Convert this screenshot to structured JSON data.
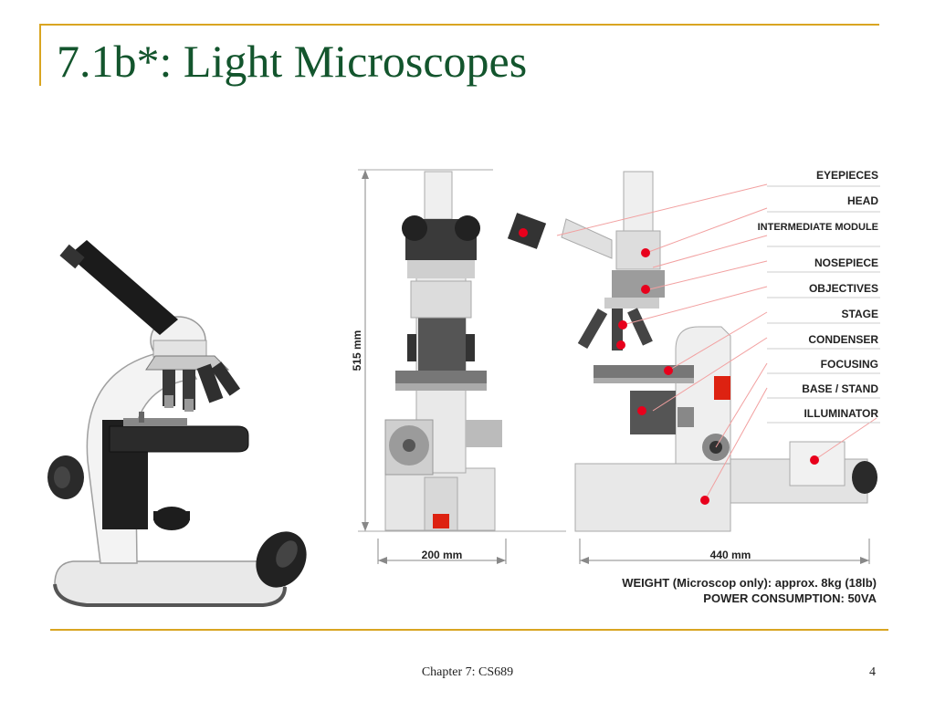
{
  "slide": {
    "title": "7.1b*: Light Microscopes",
    "footer": "Chapter 7: CS689",
    "page_number": "4"
  },
  "diagram": {
    "labels": [
      "EYEPIECES",
      "HEAD",
      "INTERMEDIATE MODULE",
      "NOSEPIECE",
      "OBJECTIVES",
      "STAGE",
      "CONDENSER",
      "FOCUSING",
      "BASE / STAND",
      "ILLUMINATOR"
    ],
    "dim_height": "515 mm",
    "dim_width_front": "200 mm",
    "dim_width_side": "440 mm",
    "spec_weight": "WEIGHT (Microscop only): approx. 8kg (18lb)",
    "spec_power": "POWER CONSUMPTION: 50VA"
  },
  "colors": {
    "accent": "#d9a521",
    "title": "#13552d",
    "marker": "#e8001c"
  }
}
